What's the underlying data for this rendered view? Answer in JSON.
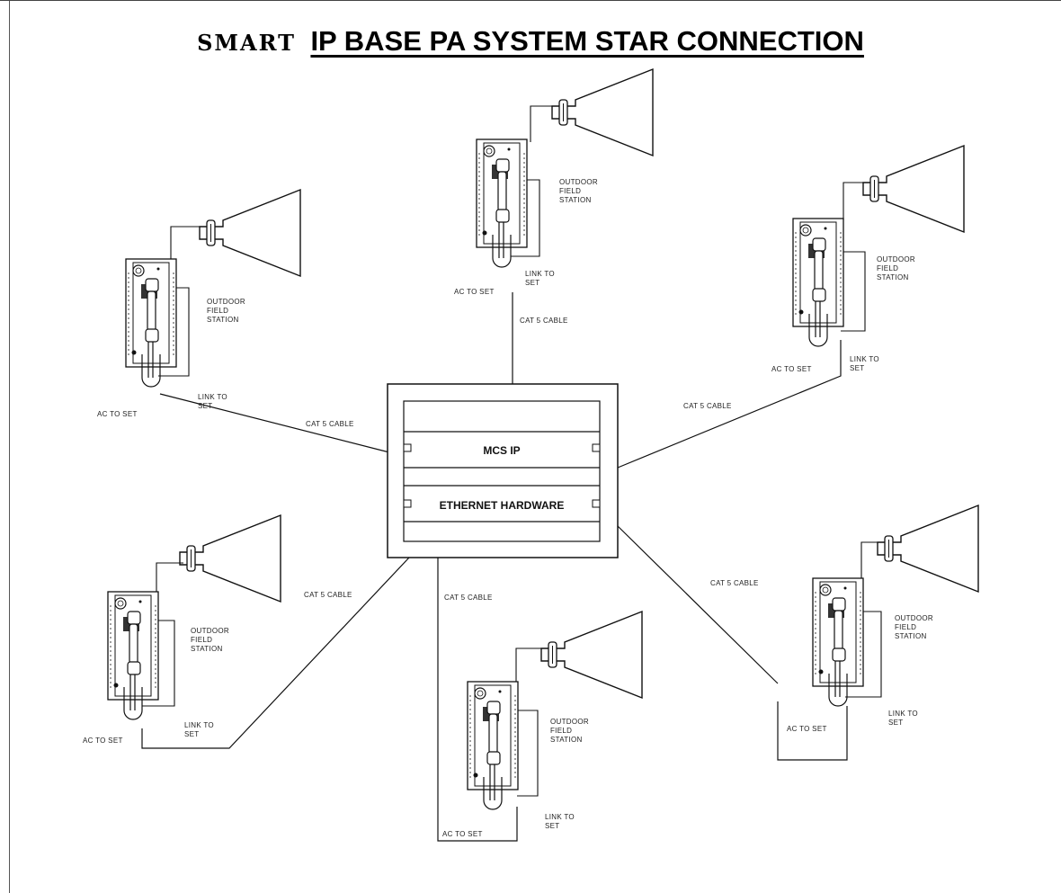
{
  "title": {
    "brand": "SMART",
    "main": "IP BASE PA SYSTEM STAR CONNECTION"
  },
  "hub": {
    "top_label": "MCS IP",
    "bottom_label": "ETHERNET HARDWARE"
  },
  "station_label": [
    "OUTDOOR",
    "FIELD",
    "STATION"
  ],
  "link_label": [
    "LINK TO",
    "SET"
  ],
  "ac_label": "AC TO SET",
  "cable_label": "CAT 5 CABLE",
  "stations": [
    {
      "id": "left-top"
    },
    {
      "id": "top-center"
    },
    {
      "id": "right-top"
    },
    {
      "id": "left-bottom"
    },
    {
      "id": "bottom-center"
    },
    {
      "id": "right-bottom"
    }
  ]
}
